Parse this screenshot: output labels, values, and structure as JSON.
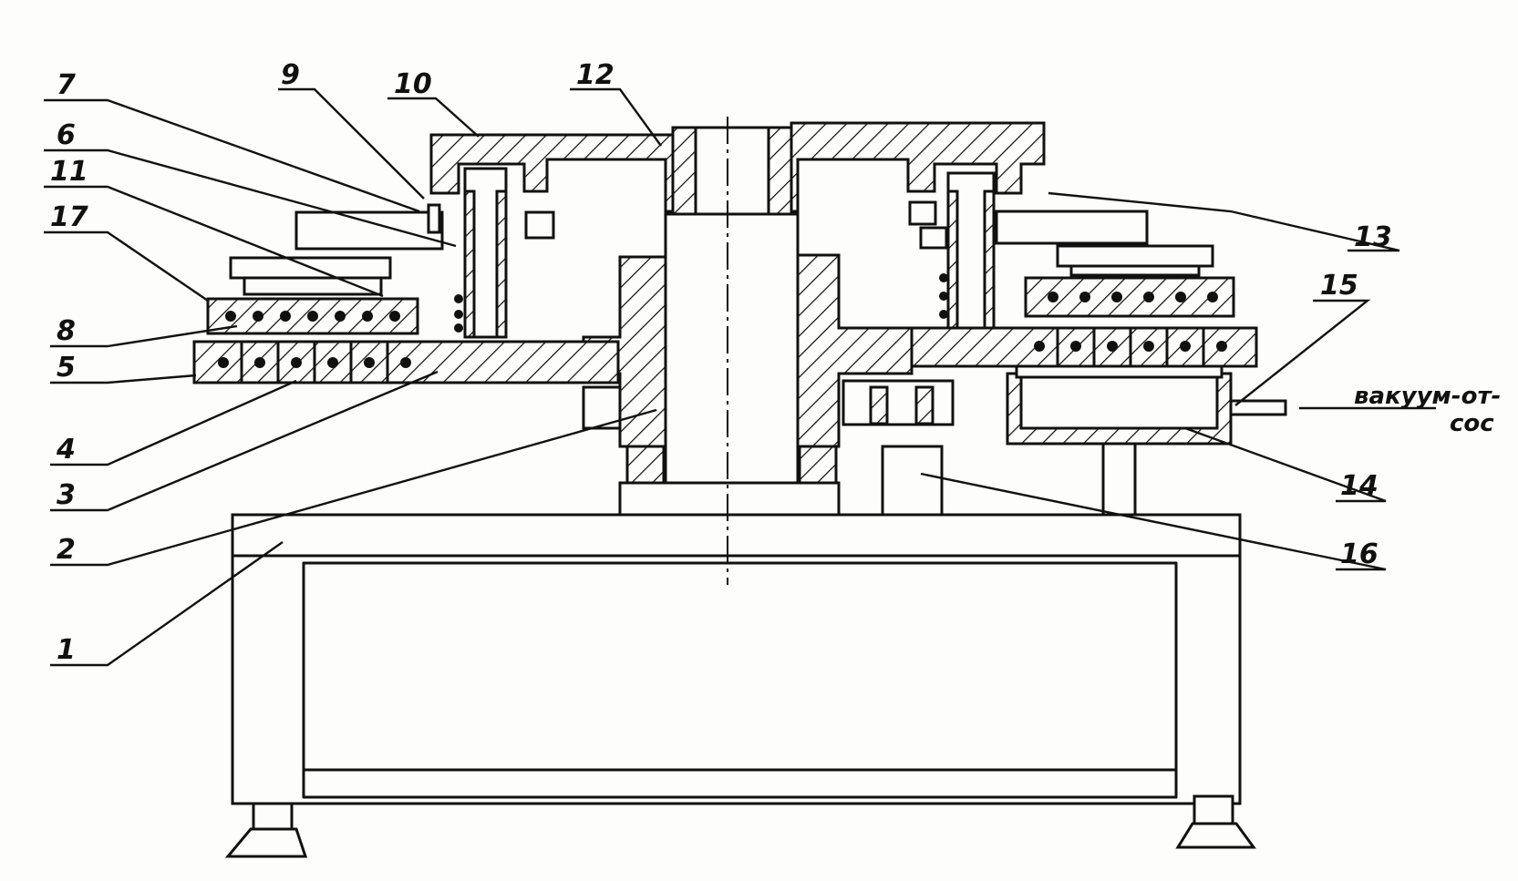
{
  "labels": {
    "n1": "1",
    "n2": "2",
    "n3": "3",
    "n4": "4",
    "n5": "5",
    "n6": "6",
    "n7": "7",
    "n8": "8",
    "n9": "9",
    "n10": "10",
    "n11": "11",
    "n12": "12",
    "n13": "13",
    "n14": "14",
    "n15": "15",
    "n16": "16",
    "n17": "17"
  },
  "vacuum_note": {
    "line1": "вакуум-от-",
    "line2": "сос"
  }
}
